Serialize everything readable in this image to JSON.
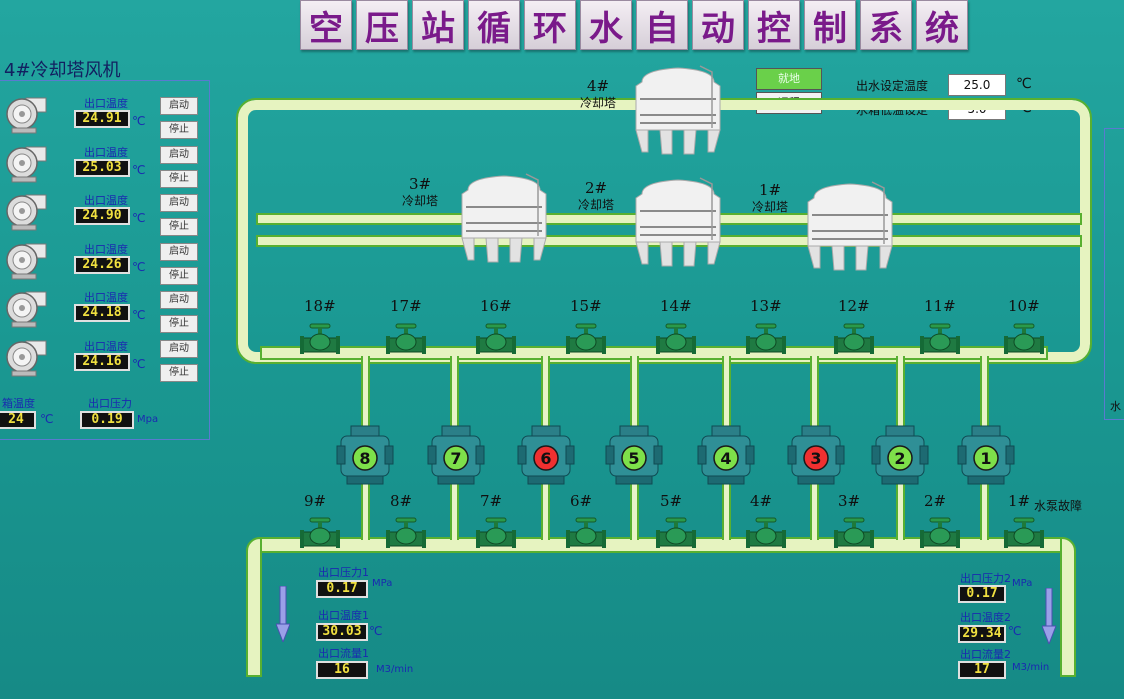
{
  "title_chars": [
    "空",
    "压",
    "站",
    "循",
    "环",
    "水",
    "自",
    "动",
    "控",
    "制",
    "系",
    "统"
  ],
  "fan_panel": {
    "title": "4#冷却塔风机",
    "rows": [
      {
        "label": "出口温度",
        "value": "24.91",
        "unit": "℃",
        "start": "启动",
        "stop": "停止"
      },
      {
        "label": "出口温度",
        "value": "25.03",
        "unit": "℃",
        "start": "启动",
        "stop": "停止"
      },
      {
        "label": "出口温度",
        "value": "24.90",
        "unit": "℃",
        "start": "启动",
        "stop": "停止"
      },
      {
        "label": "出口温度",
        "value": "24.26",
        "unit": "℃",
        "start": "启动",
        "stop": "停止"
      },
      {
        "label": "出口温度",
        "value": "24.18",
        "unit": "℃",
        "start": "启动",
        "stop": "停止"
      },
      {
        "label": "出口温度",
        "value": "24.16",
        "unit": "℃",
        "start": "启动",
        "stop": "停止"
      }
    ],
    "tank_label": "箱温度",
    "tank_value": "24",
    "tank_unit": "℃",
    "pressure_label": "出口压力",
    "pressure_value": "0.19",
    "pressure_unit": "Mpa"
  },
  "mode": {
    "local": "就地",
    "remote": "远程"
  },
  "settings": [
    {
      "label": "出水设定温度",
      "value": "25.0",
      "unit": "℃"
    },
    {
      "label": "水箱低温设定",
      "value": "5.0",
      "unit": "℃"
    }
  ],
  "towers": [
    {
      "num": "4#",
      "name": "冷却塔"
    },
    {
      "num": "3#",
      "name": "冷却塔"
    },
    {
      "num": "2#",
      "name": "冷却塔"
    },
    {
      "num": "1#",
      "name": "冷却塔"
    }
  ],
  "top_valves": [
    "18#",
    "17#",
    "16#",
    "15#",
    "14#",
    "13#",
    "12#",
    "11#",
    "10#"
  ],
  "bottom_valves": [
    "9#",
    "8#",
    "7#",
    "6#",
    "5#",
    "4#",
    "3#",
    "2#",
    "1#"
  ],
  "pump_fault_label": "水泵故障",
  "pumps": [
    {
      "num": "8",
      "status": "running",
      "color": "#7ee04a"
    },
    {
      "num": "7",
      "status": "running",
      "color": "#7ee04a"
    },
    {
      "num": "6",
      "status": "fault",
      "color": "#f03030"
    },
    {
      "num": "5",
      "status": "running",
      "color": "#7ee04a"
    },
    {
      "num": "4",
      "status": "running",
      "color": "#7ee04a"
    },
    {
      "num": "3",
      "status": "fault",
      "color": "#f03030"
    },
    {
      "num": "2",
      "status": "running",
      "color": "#7ee04a"
    },
    {
      "num": "1",
      "status": "running",
      "color": "#7ee04a"
    }
  ],
  "outlet1": {
    "pressure_label": "出口压力1",
    "pressure_value": "0.17",
    "pressure_unit": "MPa",
    "temp_label": "出口温度1",
    "temp_value": "30.03",
    "temp_unit": "℃",
    "flow_label": "出口流量1",
    "flow_value": "16",
    "flow_unit": "M3/min"
  },
  "outlet2": {
    "pressure_label": "出口压力2",
    "pressure_value": "0.17",
    "pressure_unit": "MPa",
    "temp_label": "出口温度2",
    "temp_value": "29.34",
    "temp_unit": "℃",
    "flow_label": "出口流量2",
    "flow_value": "17",
    "flow_unit": "M3/min"
  },
  "right_edge_label": "水",
  "colors": {
    "background": "#1a9a94",
    "pipe_fill": "#e6f3c0",
    "pipe_border": "#58b030",
    "title_text": "#7a1a8a",
    "label_text": "#1a2ab0",
    "display_text": "#f0e040",
    "running": "#7ee04a",
    "fault": "#f03030"
  }
}
